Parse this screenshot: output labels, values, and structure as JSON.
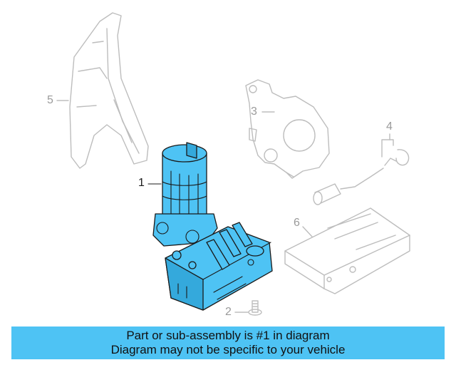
{
  "callouts": [
    {
      "id": "1",
      "label": "1"
    },
    {
      "id": "2",
      "label": "2"
    },
    {
      "id": "3",
      "label": "3"
    },
    {
      "id": "4",
      "label": "4"
    },
    {
      "id": "5",
      "label": "5"
    },
    {
      "id": "6",
      "label": "6"
    }
  ],
  "banner": {
    "line1": "Part or sub-assembly is #1 in diagram",
    "line2": "Diagram may not be specific to your vehicle"
  },
  "colors": {
    "highlight": "#4ec3f4",
    "outline_gray": "#bdbdbd",
    "banner_bg": "#4ec3f4"
  }
}
